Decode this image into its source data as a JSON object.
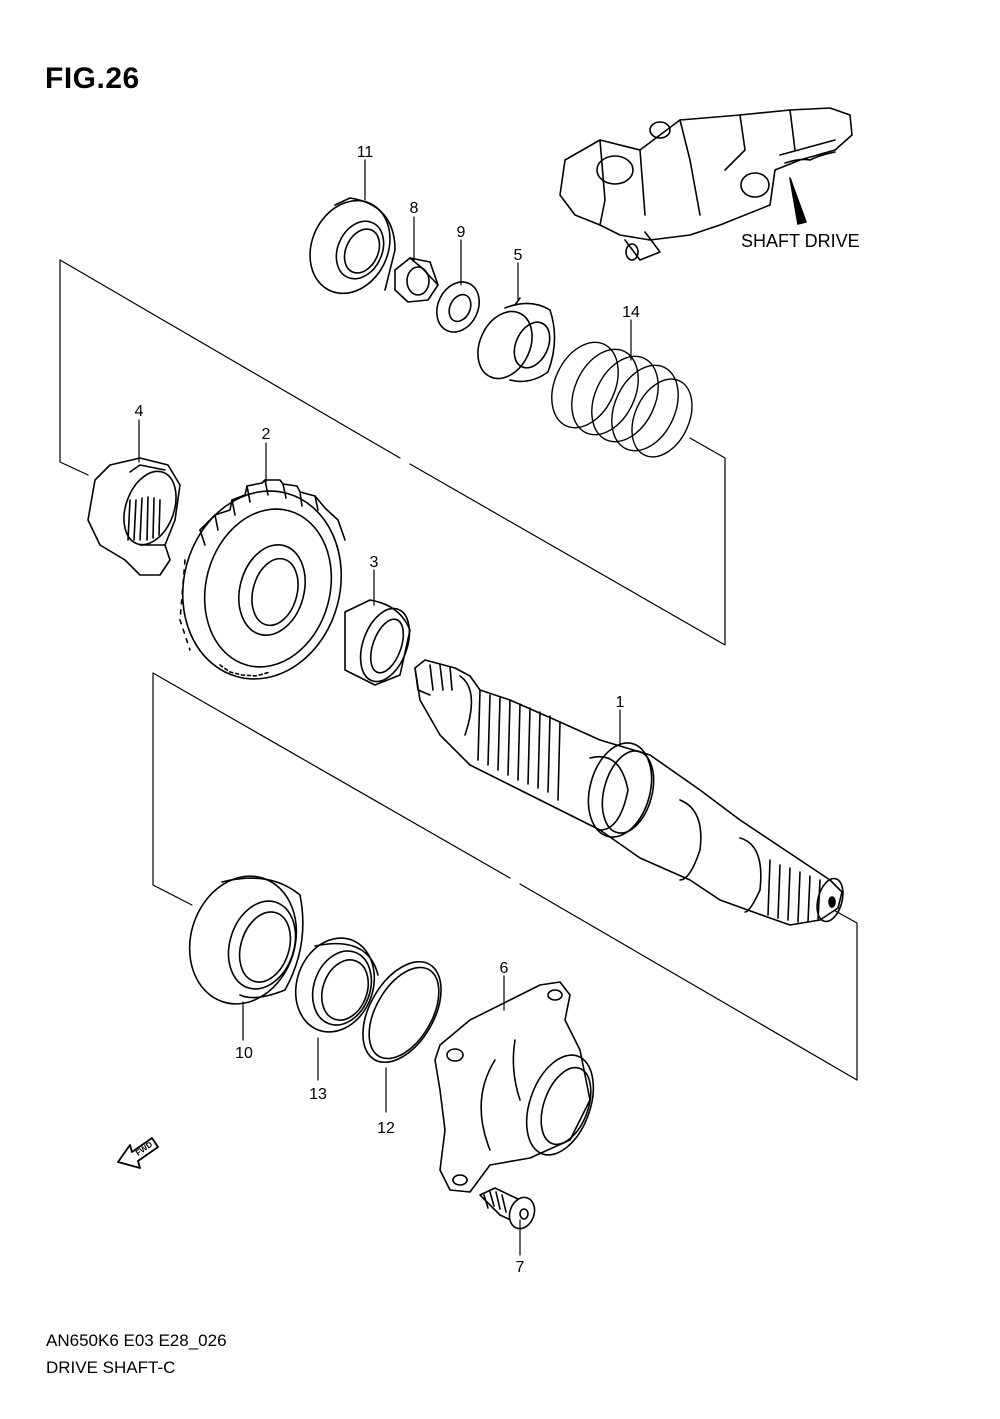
{
  "figure": {
    "title": "FIG.26",
    "inset_label": "SHAFT DRIVE",
    "diagram_code": "AN650K6 E03 E28_026",
    "diagram_name": "DRIVE SHAFT-C",
    "fwd_label": "FWD"
  },
  "parts": [
    {
      "ref": "1"
    },
    {
      "ref": "2"
    },
    {
      "ref": "3"
    },
    {
      "ref": "4"
    },
    {
      "ref": "5"
    },
    {
      "ref": "6"
    },
    {
      "ref": "7"
    },
    {
      "ref": "8"
    },
    {
      "ref": "9"
    },
    {
      "ref": "10"
    },
    {
      "ref": "11"
    },
    {
      "ref": "12"
    },
    {
      "ref": "13"
    },
    {
      "ref": "14"
    }
  ],
  "colors": {
    "line": "#000000",
    "background": "#ffffff"
  }
}
